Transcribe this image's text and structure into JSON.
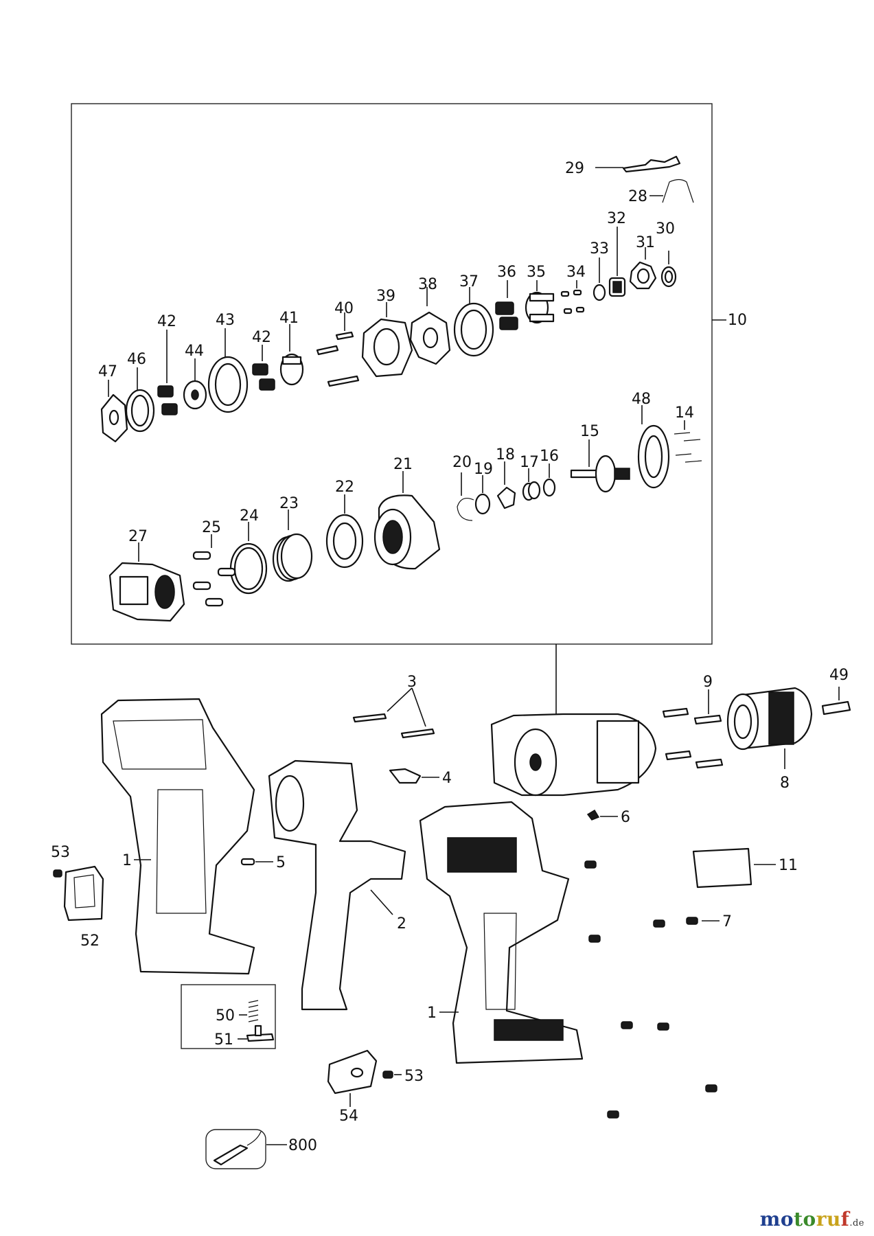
{
  "labels": [
    {
      "id": "29",
      "text": "29"
    },
    {
      "id": "28",
      "text": "28"
    },
    {
      "id": "32",
      "text": "32"
    },
    {
      "id": "30",
      "text": "30"
    },
    {
      "id": "33",
      "text": "33"
    },
    {
      "id": "31",
      "text": "31"
    },
    {
      "id": "36",
      "text": "36"
    },
    {
      "id": "35",
      "text": "35"
    },
    {
      "id": "34",
      "text": "34"
    },
    {
      "id": "37",
      "text": "37"
    },
    {
      "id": "38",
      "text": "38"
    },
    {
      "id": "39",
      "text": "39"
    },
    {
      "id": "40",
      "text": "40"
    },
    {
      "id": "42a",
      "text": "42"
    },
    {
      "id": "43",
      "text": "43"
    },
    {
      "id": "41",
      "text": "41"
    },
    {
      "id": "42b",
      "text": "42"
    },
    {
      "id": "44",
      "text": "44"
    },
    {
      "id": "46",
      "text": "46"
    },
    {
      "id": "47",
      "text": "47"
    },
    {
      "id": "10",
      "text": "10"
    },
    {
      "id": "48",
      "text": "48"
    },
    {
      "id": "14",
      "text": "14"
    },
    {
      "id": "15",
      "text": "15"
    },
    {
      "id": "21",
      "text": "21"
    },
    {
      "id": "20",
      "text": "20"
    },
    {
      "id": "18",
      "text": "18"
    },
    {
      "id": "17",
      "text": "17"
    },
    {
      "id": "16",
      "text": "16"
    },
    {
      "id": "19",
      "text": "19"
    },
    {
      "id": "22",
      "text": "22"
    },
    {
      "id": "23",
      "text": "23"
    },
    {
      "id": "24",
      "text": "24"
    },
    {
      "id": "25",
      "text": "25"
    },
    {
      "id": "27",
      "text": "27"
    },
    {
      "id": "3",
      "text": "3"
    },
    {
      "id": "9",
      "text": "9"
    },
    {
      "id": "49",
      "text": "49"
    },
    {
      "id": "4",
      "text": "4"
    },
    {
      "id": "8",
      "text": "8"
    },
    {
      "id": "6",
      "text": "6"
    },
    {
      "id": "53a",
      "text": "53"
    },
    {
      "id": "1a",
      "text": "1"
    },
    {
      "id": "5",
      "text": "5"
    },
    {
      "id": "11",
      "text": "11"
    },
    {
      "id": "2",
      "text": "2"
    },
    {
      "id": "52",
      "text": "52"
    },
    {
      "id": "7",
      "text": "7"
    },
    {
      "id": "50",
      "text": "50"
    },
    {
      "id": "51",
      "text": "51"
    },
    {
      "id": "1b",
      "text": "1"
    },
    {
      "id": "53b",
      "text": "53"
    },
    {
      "id": "54",
      "text": "54"
    },
    {
      "id": "800",
      "text": "800"
    }
  ],
  "logo": {
    "part1": "mo",
    "part2": "to",
    "part3": "ru",
    "part4": "f",
    "tld": ".de"
  }
}
